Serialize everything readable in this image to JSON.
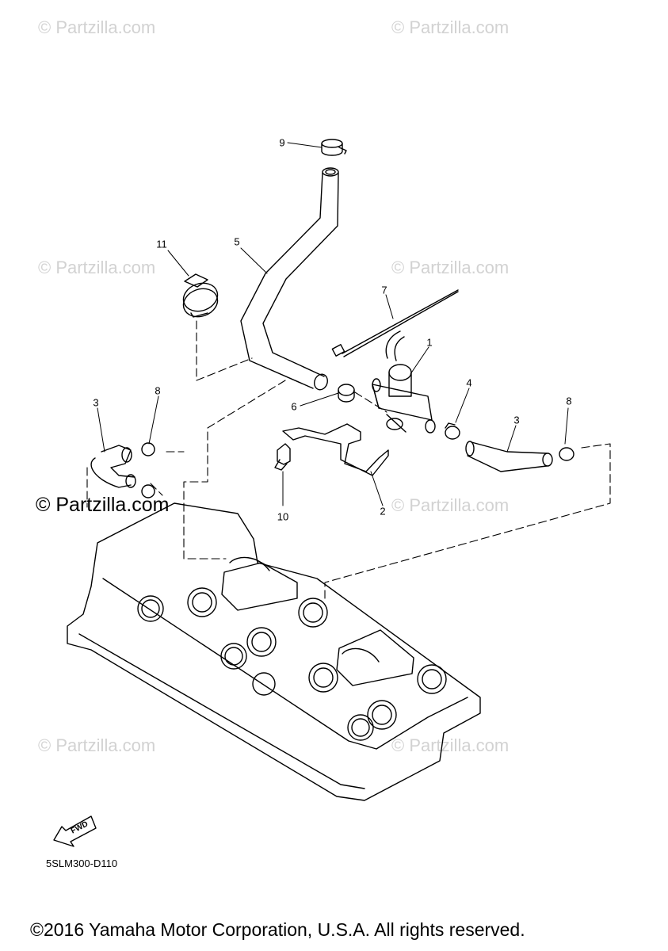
{
  "watermark": "© Partzilla.com",
  "callouts": [
    "1",
    "2",
    "3",
    "3",
    "4",
    "5",
    "6",
    "7",
    "8",
    "8",
    "9",
    "10",
    "11"
  ],
  "fwd_label": "FWD",
  "diagram_code": "5SLM300-D110",
  "copyright": "©2016 Yamaha Motor Corporation, U.S.A. All rights reserved."
}
